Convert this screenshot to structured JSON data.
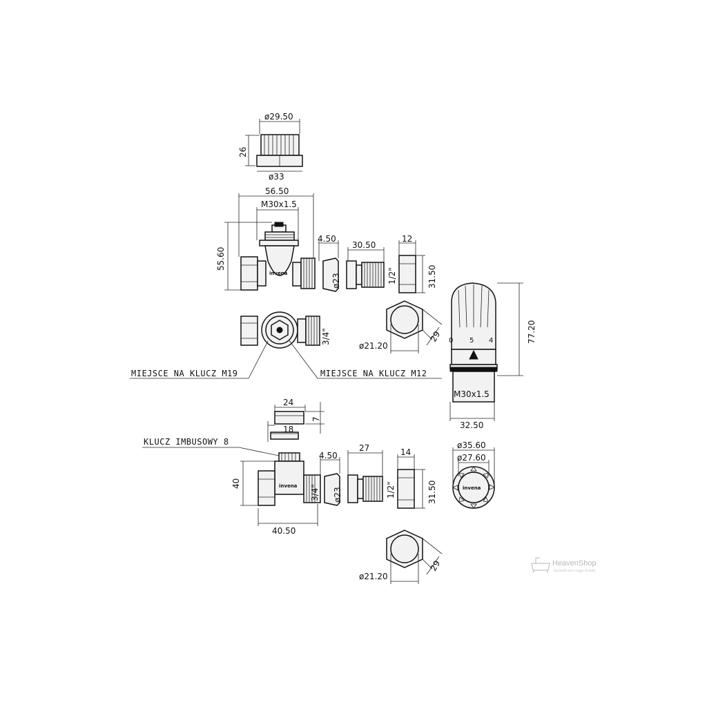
{
  "dimensions": {
    "cap_top_dia": "ø29.50",
    "cap_height": "26",
    "cap_bottom_dia": "ø33",
    "valve_width": "56.50",
    "valve_thread": "M30x1.5",
    "valve_height": "55.60",
    "ring_width": "4.50",
    "ring_dia": "ø23",
    "tail_length": "30.50",
    "tail_thread": "1/2\"",
    "nut_width": "12",
    "nut_height": "31.50",
    "hex_dia": "ø21.20",
    "hex_size": "29",
    "thread_34": "3/4\"",
    "head_height": "77.20",
    "head_thread": "M30x1.5",
    "head_width": "32.50",
    "lock_cap_width": "24",
    "lock_cap_height": "7",
    "lock_inner": "18",
    "lock_valve_height": "40",
    "lock_valve_width": "40.50",
    "lock_thread": "3/4\"",
    "lock_ring_width": "4.50",
    "lock_ring_dia": "ø23",
    "lock_tail_length": "27",
    "lock_tail_thread": "1/2\"",
    "lock_nut_width": "14",
    "lock_nut_height": "31.50",
    "knob_outer_dia": "ø35.60",
    "knob_inner_dia": "ø27.60",
    "lock_hex_dia": "ø21.20",
    "lock_hex_size": "29"
  },
  "labels": {
    "wrench_m19": "MIEJSCE NA KLUCZ M19",
    "wrench_m12": "MIEJSCE NA KLUCZ M12",
    "allen_key": "KLUCZ IMBUSOWY 8"
  },
  "head_scale": [
    "0",
    "5",
    "4"
  ],
  "brand": {
    "logo": "invena"
  },
  "watermark": {
    "name": "HeavenShop",
    "tagline": "łazienki nie z tego świata"
  },
  "colors": {
    "line": "#111111",
    "fill": "#f2f2f2",
    "watermark": "#b9b9b9"
  }
}
